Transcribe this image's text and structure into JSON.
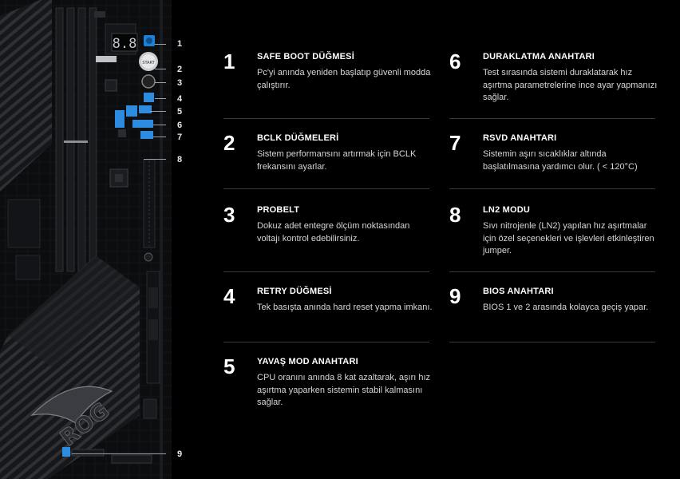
{
  "callouts": [
    "1",
    "2",
    "3",
    "4",
    "5",
    "6",
    "7",
    "8",
    "9"
  ],
  "board": {
    "display_text": "8.8",
    "start_label": "START"
  },
  "items": [
    {
      "num": "1",
      "title": "SAFE BOOT DÜĞMESİ",
      "desc": "Pc'yi anında yeniden başlatıp güvenli modda çalıştırır."
    },
    {
      "num": "2",
      "title": "BCLK DÜĞMELERİ",
      "desc": "Sistem performansını artırmak için BCLK frekansını ayarlar."
    },
    {
      "num": "3",
      "title": "PROBELT",
      "desc": "Dokuz adet entegre ölçüm noktasından voltajı kontrol edebilirsiniz."
    },
    {
      "num": "4",
      "title": "RETRY DÜĞMESİ",
      "desc": "Tek basışta anında hard reset yapma imkanı."
    },
    {
      "num": "5",
      "title": "YAVAŞ MOD ANAHTARI",
      "desc": "CPU oranını anında 8 kat azaltarak, aşırı hız aşırtma yaparken sistemin stabil kalmasını sağlar."
    },
    {
      "num": "6",
      "title": "DURAKLATMA ANAHTARI",
      "desc": "Test sırasında sistemi duraklatarak hız aşırtma parametrelerine ince ayar yapmanızı sağlar."
    },
    {
      "num": "7",
      "title": "RSVD ANAHTARI",
      "desc": "Sistemin aşırı sıcaklıklar altında başlatılmasına yardımcı olur. ( < 120°C)"
    },
    {
      "num": "8",
      "title": "LN2 MODU",
      "desc": "Sıvı nitrojenle (LN2) yapılan hız aşırtmalar için özel seçenekleri ve işlevleri etkinleştiren jumper."
    },
    {
      "num": "9",
      "title": "BIOS ANAHTARI",
      "desc": "BIOS 1 ve 2 arasında kolayca geçiş yapar."
    }
  ]
}
